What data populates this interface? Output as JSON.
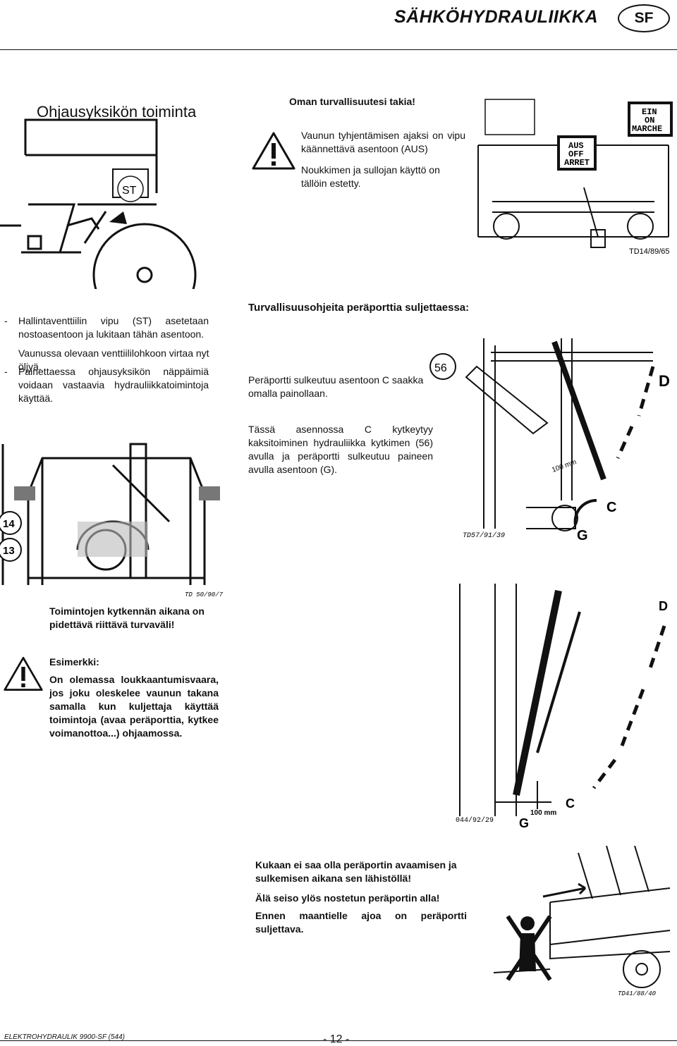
{
  "header": {
    "title": "SÄHKÖHYDRAULIIKKA",
    "lang_badge": "SF"
  },
  "section": {
    "title": "Ohjausyksikön toiminta"
  },
  "safety_top": {
    "heading": "Oman turvallisuutesi takia!",
    "line1": "Vaunun tyhjentämisen ajaksi on vipu käännettävä asentoon (AUS)",
    "line2": "Noukkimen ja sullojan käyttö on tällöin estetty."
  },
  "figures": {
    "tractor_label": "ST",
    "panel_aus": "AUS",
    "panel_off": "OFF",
    "panel_arret": "ARRET",
    "panel_ein": "EIN",
    "panel_on": "ON",
    "panel_marche": "MARCHE",
    "panel_code": "TD14/89/65",
    "cab_label_14": "14",
    "cab_label_13": "13",
    "cab_code": "TD 50/90/7",
    "gate_label_56": "56",
    "gate_d": "D",
    "gate_c": "C",
    "gate_g": "G",
    "gate_mm": "100 mm",
    "gate_code": "TD57/91/39",
    "gate2_d": "D",
    "gate2_c": "C",
    "gate2_g": "G",
    "gate2_mm": "100 mm",
    "gate2_code": "044/92/29",
    "wagon_code": "TD41/88/40"
  },
  "left_list": {
    "item1": "Hallintaventtiilin vipu (ST) asetetaan nostoasentoon ja lukitaan tähän asentoon.",
    "item1_note": "Vaunussa olevaan venttiililohkoon virtaa nyt öljyä.",
    "item2": "Painettaessa ohjausyksikön näppäimiä voidaan vastaavia hydrauliikkatoimintoja käyttää."
  },
  "gate_section": {
    "heading": "Turvallisuusohjeita peräporttia suljettaessa:",
    "para1": "Peräportti sulkeutuu asentoon C saakka omalla painollaan.",
    "para2": "Tässä asennossa C kytkeytyy kaksitoiminen hydrauliikka kytkimen (56) avulla ja peräportti sulkeutuu paineen avulla asentoon (G)."
  },
  "distance_warning": {
    "heading": "Toimintojen kytkennän aikana on pidettävä riittävä turvaväli!",
    "example_label": "Esimerkki:",
    "example_text": "On olemassa loukkaantumisvaara, jos joku oleskelee vaunun takana samalla kun kuljettaja käyttää toimintoja (avaa peräporttia, kytkee voimanottoa...) ohjaamossa."
  },
  "bottom_warning": {
    "line1": "Kukaan ei saa olla peräportin avaamisen ja sulkemisen aikana sen lähistöllä!",
    "line2": "Älä seiso ylös nostetun peräportin alla!",
    "line3": "Ennen maantielle ajoa on peräportti suljettava."
  },
  "footer": {
    "doc": "ELEKTROHYDRAULIK 9900-SF (544)",
    "page": "- 12 -"
  }
}
